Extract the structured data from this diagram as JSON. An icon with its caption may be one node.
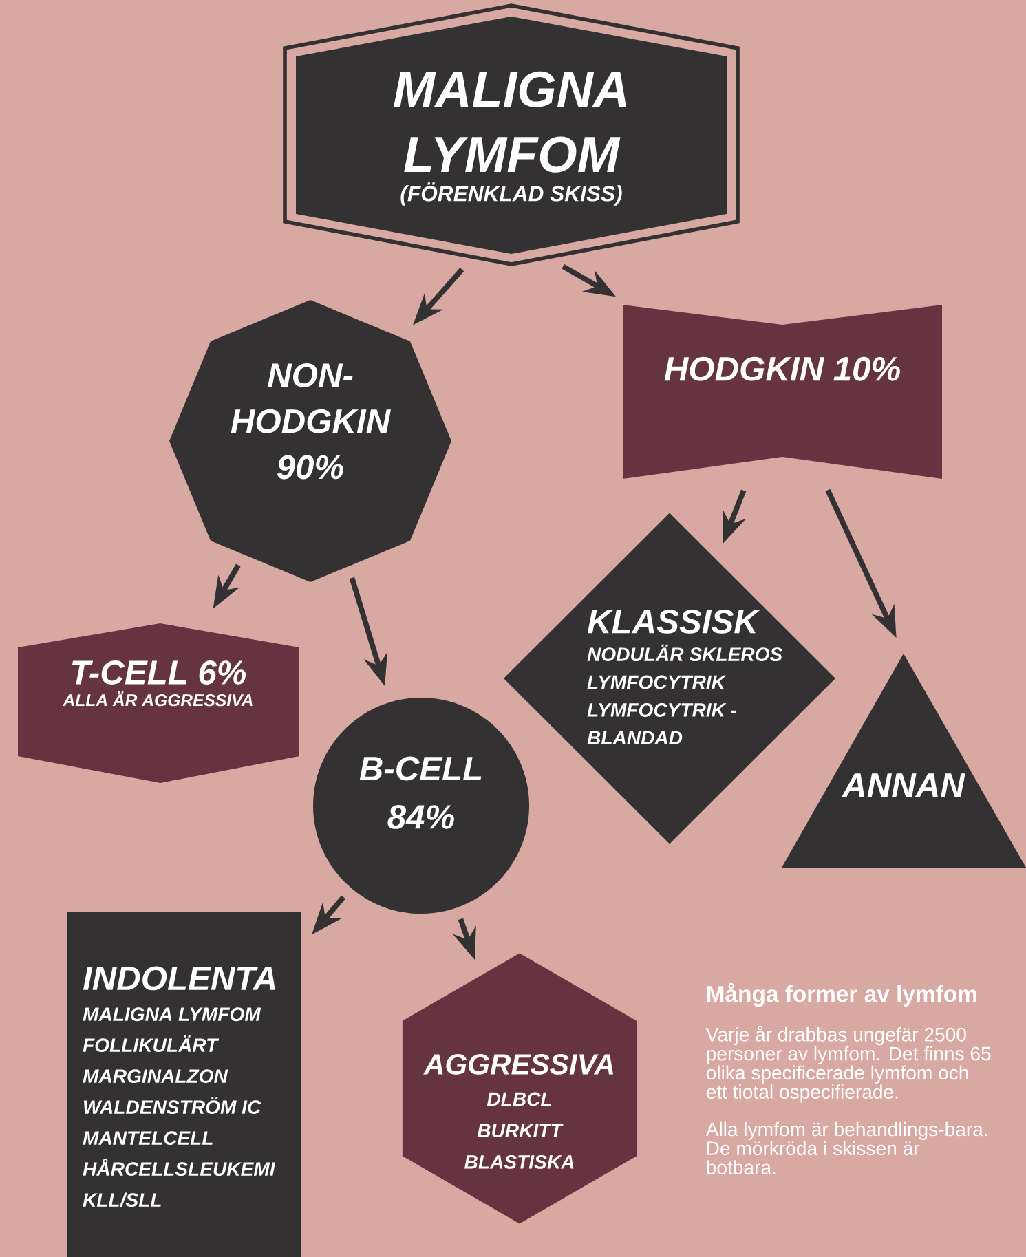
{
  "diagram": {
    "nodes": [
      {
        "text": [
          "MALIGNA LYMFOM",
          "(FÖRENKLAD SKISS)"
        ]
      },
      {
        "text": [
          "NON-HODGKIN 90%"
        ]
      },
      {
        "text": [
          "HODGKIN 10%"
        ]
      },
      {
        "text": [
          "T-CELL 6%",
          "ALLA ÄR AGGRESSIVA"
        ]
      },
      {
        "text": [
          "B-CELL 84%"
        ]
      },
      {
        "text": [
          "KLASSISK",
          "NODULÄR SKLEROS",
          "LYMFOCYTRIK",
          "LYMFOCYTRIK - BLANDAD"
        ]
      },
      {
        "text": [
          "ANNAN"
        ]
      },
      {
        "text": [
          "INDOLENTA",
          "MALIGNA LYMFOM",
          "FOLLIKULÄRT",
          "MARGINALZON",
          "WALDENSTRÖM IC",
          "MANTELCELL",
          "HÅRCELLSLEUKEMI",
          "KLL/SLL"
        ]
      },
      {
        "text": [
          "AGGRESSIVA",
          "DLBCL",
          "BURKITT",
          "BLASTISKA"
        ]
      }
    ],
    "edges": [
      {
        "from": 0,
        "to": 1,
        "arrow": "to"
      },
      {
        "from": 0,
        "to": 2,
        "arrow": "to"
      },
      {
        "from": 1,
        "to": 3,
        "arrow": "to"
      },
      {
        "from": 1,
        "to": 4,
        "arrow": "to"
      },
      {
        "from": 2,
        "to": 5,
        "arrow": "to"
      },
      {
        "from": 2,
        "to": 6,
        "arrow": "to"
      },
      {
        "from": 4,
        "to": 7,
        "arrow": "to"
      },
      {
        "from": 4,
        "to": 8,
        "arrow": "to"
      }
    ],
    "labels": [
      "Många former av lymfom",
      "Varje år drabbas ungefär 2500 personer av lymfom. Det finns 65 olika specificerade lymfom och ett tiotal ospecifierade.",
      "Alla lymfom är behandlings-bara. De mörkröda i skissen är botbara."
    ]
  }
}
